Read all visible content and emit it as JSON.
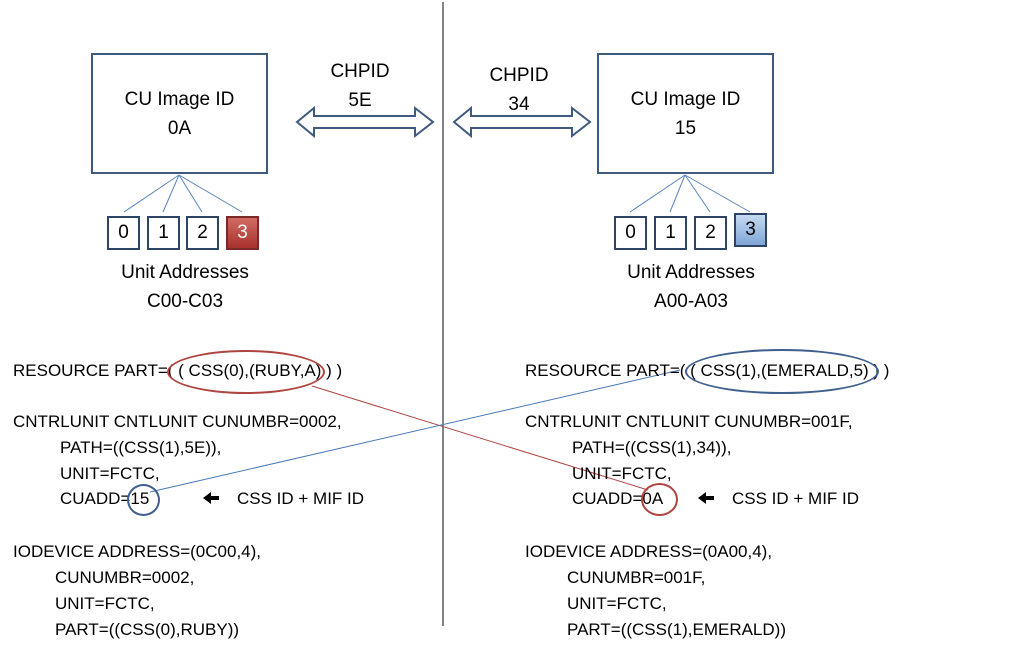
{
  "left": {
    "cu_box": {
      "line1": "CU Image ID",
      "line2": "0A"
    },
    "chpid": {
      "line1": "CHPID",
      "line2": "5E"
    },
    "units": [
      "0",
      "1",
      "2",
      "3"
    ],
    "unit_addresses": {
      "line1": "Unit Addresses",
      "line2": "C00-C03"
    },
    "code": {
      "resource_prefix": "RESOURCE PART=( ",
      "resource_highlight": "( CSS(0),(RUBY,A)",
      "resource_suffix": " ) )",
      "cntlunit": [
        "CNTRLUNIT CNTLUNIT CUNUMBR=0002,",
        "PATH=((CSS(1),5E)),",
        "UNIT=FCTC,"
      ],
      "cuadd_prefix": "CUADD=",
      "cuadd_value": "15",
      "annotation": "CSS ID + MIF ID",
      "iodevice": [
        "IODEVICE ADDRESS=(0C00,4),",
        "CUNUMBR=0002,",
        "UNIT=FCTC,",
        "PART=((CSS(0),RUBY))"
      ]
    }
  },
  "right": {
    "cu_box": {
      "line1": "CU Image ID",
      "line2": "15"
    },
    "chpid": {
      "line1": "CHPID",
      "line2": "34"
    },
    "units": [
      "0",
      "1",
      "2",
      "3"
    ],
    "unit_addresses": {
      "line1": "Unit Addresses",
      "line2": "A00-A03"
    },
    "code": {
      "resource_prefix": "RESOURCE PART=( ",
      "resource_highlight": "( CSS(1),(EMERALD,5)",
      "resource_suffix": " ) )",
      "cntlunit": [
        "CNTRLUNIT CNTLUNIT CUNUMBR=001F,",
        "PATH=((CSS(1),34)),",
        "UNIT=FCTC,"
      ],
      "cuadd_prefix": "CUADD=",
      "cuadd_value": "0A",
      "annotation": "CSS ID + MIF ID",
      "iodevice": [
        "IODEVICE ADDRESS=(0A00,4),",
        "CUNUMBR=001F,",
        "UNIT=FCTC,",
        "PART=((CSS(1),EMERALD))"
      ]
    }
  },
  "colors": {
    "box_border": "#3f5a7f",
    "red_highlight": "#b04440",
    "blue_highlight": "#3f5f8f",
    "unit3_left": "#b8403a",
    "unit3_right": "#9dbde6"
  }
}
